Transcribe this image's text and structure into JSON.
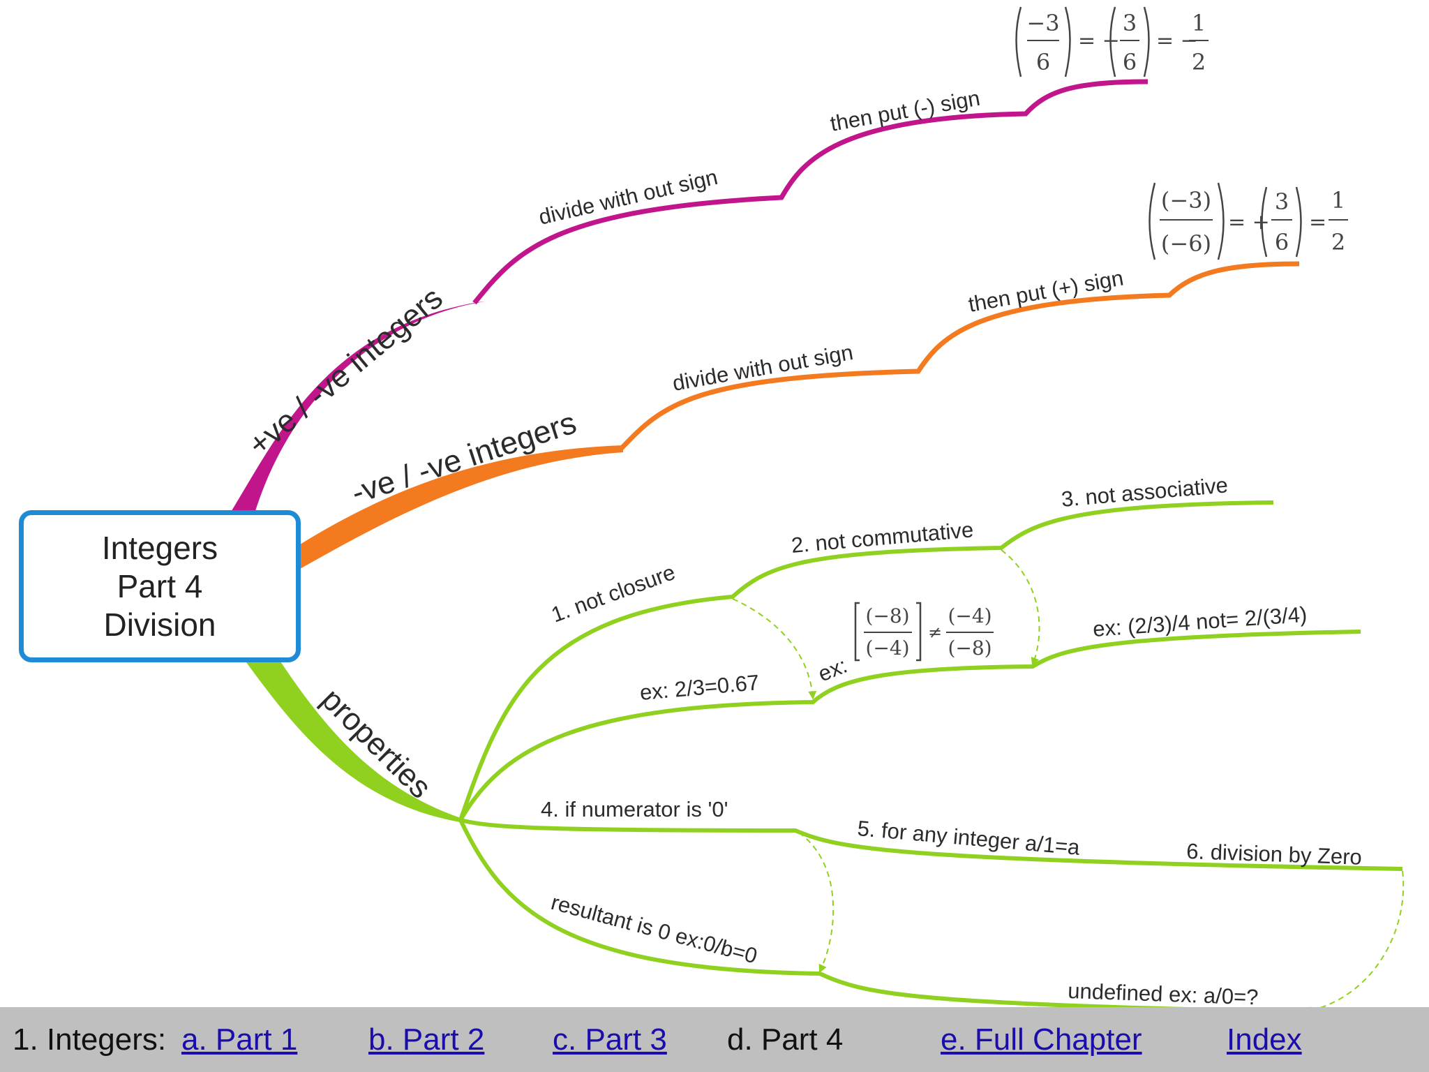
{
  "root": {
    "lines": [
      "Integers",
      "Part 4",
      "Division"
    ]
  },
  "branches": {
    "pos_neg": {
      "label": "+ve / -ve integers",
      "step1": "divide with out sign",
      "step2": "then put (-) sign",
      "example": {
        "n1": "−3",
        "d1": "6",
        "eq1": "= −",
        "n2": "3",
        "d2": "6",
        "eq2": "= −",
        "n3": "1",
        "d3": "2"
      }
    },
    "neg_neg": {
      "label": "-ve / -ve integers",
      "step1": "divide with out sign",
      "step2": "then put (+) sign",
      "example": {
        "n1": "(−3)",
        "d1": "(−6)",
        "eq1": "= +",
        "n2": "3",
        "d2": "6",
        "eq2": "=",
        "n3": "1",
        "d3": "2"
      }
    },
    "properties": {
      "label": "properties",
      "p1": "1. not closure",
      "p1_ex": "ex: 2/3=0.67",
      "p2": "2. not commutative",
      "p2_ex_prefix": "ex:",
      "p2_ex": {
        "a": "(−8)",
        "b": "(−4)",
        "ne": "≠",
        "c": "(−4)",
        "d": "(−8)"
      },
      "p3": "3. not associative",
      "p3_ex": "ex: (2/3)/4 not= 2/(3/4)",
      "p4": "4. if numerator is '0'",
      "p4_ex": "resultant is 0 ex:0/b=0",
      "p5": "5. for any integer a/1=a",
      "p6": "6. division by Zero",
      "p6_ex": "undefined ex: a/0=?"
    }
  },
  "colors": {
    "magenta": "#c0158b",
    "orange": "#f47a1f",
    "green": "#8fd11e",
    "box": "#1e8bd6",
    "footer": "#bfbfbf"
  },
  "footer": {
    "prefix": "1. Integers:",
    "links": [
      "a. Part 1",
      "b. Part 2",
      "c. Part 3"
    ],
    "current": "d. Part 4",
    "links2": [
      "e. Full Chapter",
      "Index"
    ]
  }
}
